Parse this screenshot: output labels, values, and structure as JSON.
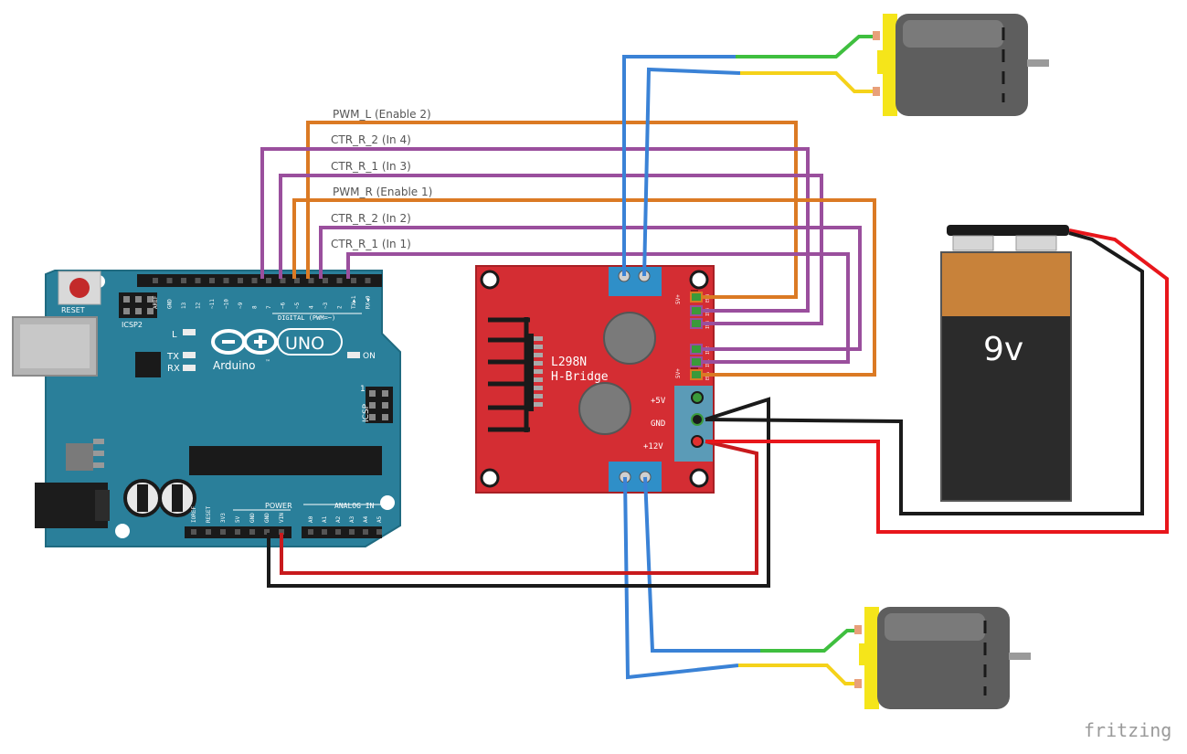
{
  "wire_labels": {
    "pwm_l": "PWM_L  (Enable 2)",
    "ctr_r2_in4": "CTR_R_2 (In 4)",
    "ctr_r1_in3": "CTR_R_1 (In 3)",
    "pwm_r": "PWM_R  (Enable 1)",
    "ctr_r2_in2": "CTR_R_2 (In 2)",
    "ctr_r1_in1": "CTR_R_1 (In 1)"
  },
  "arduino": {
    "reset": "RESET",
    "icsp2": "ICSP2",
    "icsp": "ICSP",
    "icsp_1": "1",
    "digital": "DIGITAL (PWM=~)",
    "pins_top": [
      "AREF",
      "GND",
      "13",
      "12",
      "~11",
      "~10",
      "~9",
      "8",
      "7",
      "~6",
      "~5",
      "4",
      "~3",
      "2",
      "TX▶1",
      "RX◀0"
    ],
    "l": "L",
    "tx": "TX",
    "rx": "RX",
    "logo_text": "Arduino",
    "tm": "™",
    "uno": "UNO",
    "on": "ON",
    "power": "POWER",
    "analog_in": "ANALOG IN",
    "pins_power": [
      "IOREF",
      "RESET",
      "3V3",
      "5V",
      "GND",
      "GND",
      "VIN"
    ],
    "pins_analog": [
      "A0",
      "A1",
      "A2",
      "A3",
      "A4",
      "A5"
    ]
  },
  "hbridge": {
    "title_line1": "L298N",
    "title_line2": "H-Bridge",
    "label_5v": "+5V",
    "label_gnd": "GND",
    "label_12v": "+12V",
    "header_5v_top": "5V+",
    "header_5v_bottom": "5V+",
    "pin_labels": [
      "ENB",
      "IN4",
      "IN3",
      "IN2",
      "IN1",
      "ENA"
    ]
  },
  "battery": {
    "voltage": "9v"
  },
  "watermark": "fritzing",
  "colors": {
    "board_blue": "#2a7f9a",
    "hbridge_red": "#d42d33",
    "wire_purple": "#9a4f9d",
    "wire_orange": "#db7a24",
    "wire_blue": "#3a82d6",
    "wire_red": "#e8161b",
    "wire_black": "#1a1a1a",
    "motor_green": "#3fbf3f",
    "motor_yellow": "#f5d21a"
  }
}
